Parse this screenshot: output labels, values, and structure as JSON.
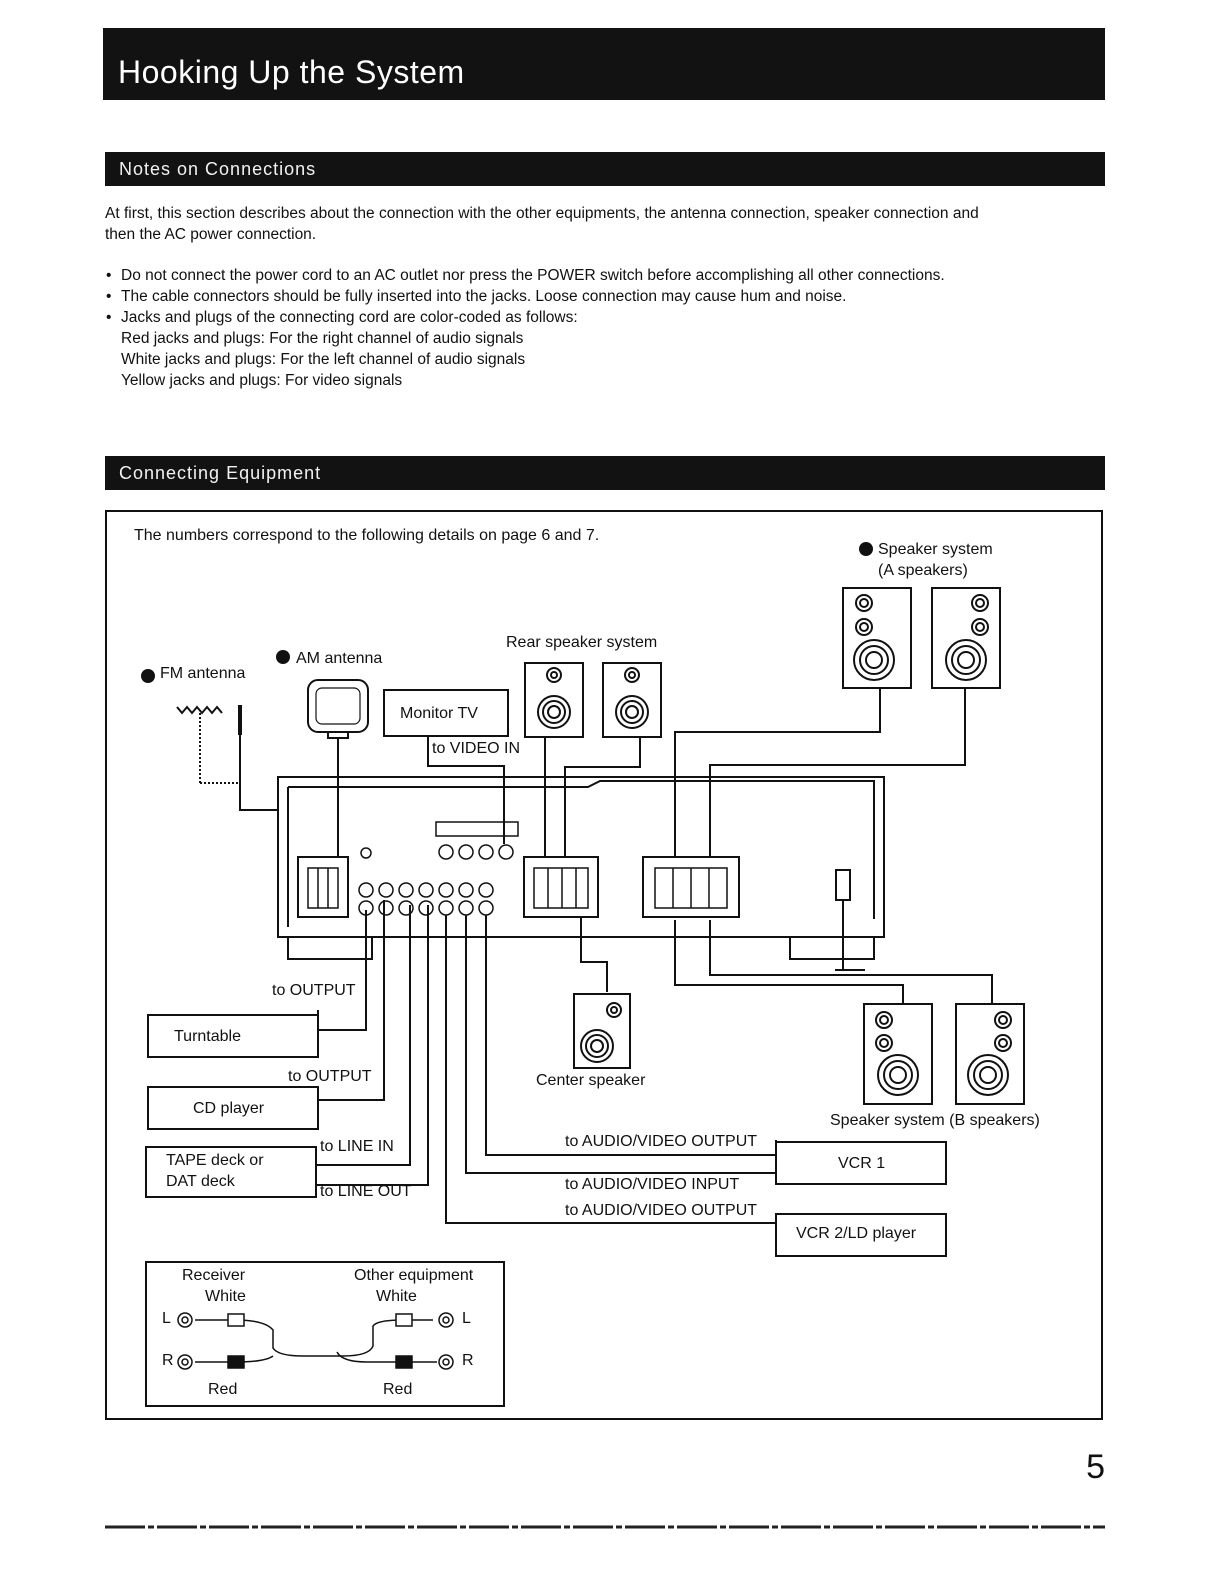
{
  "header": {
    "title": "Hooking Up the System"
  },
  "notes": {
    "heading": "Notes on Connections",
    "intro": "At first, this section describes about the connection with the other equipments, the antenna connection, speaker connection and then the AC power connection.",
    "bullets": [
      "Do not connect the power cord to an AC outlet nor press the POWER switch before accomplishing all other connections.",
      "The cable connectors should be fully inserted into the jacks. Loose connection may cause hum and noise.",
      "Jacks and plugs of the connecting cord are color-coded as follows:"
    ],
    "color_codes": [
      "Red jacks and plugs: For the right channel of audio signals",
      "White jacks and plugs: For the left channel of audio signals",
      "Yellow jacks and plugs: For video signals"
    ]
  },
  "equipment": {
    "heading": "Connecting Equipment",
    "note": "The numbers correspond to the following details on page 6 and 7.",
    "labels": {
      "fm_antenna": "FM antenna",
      "am_antenna": "AM antenna",
      "rear_speaker": "Rear speaker system",
      "speaker_a_line1": "Speaker system",
      "speaker_a_line2": "(A speakers)",
      "monitor_tv": "Monitor TV",
      "to_video_in": "to VIDEO IN",
      "to_output_1": "to OUTPUT",
      "to_output_2": "to OUTPUT",
      "turntable": "Turntable",
      "cd_player": "CD player",
      "tape_line1": "TAPE deck or",
      "tape_line2": "DAT deck",
      "to_line_in": "to LINE IN",
      "to_line_out": "to LINE OUT",
      "center_speaker": "Center speaker",
      "speaker_b": "Speaker system (B speakers)",
      "av_output_1": "to AUDIO/VIDEO OUTPUT",
      "av_input": "to AUDIO/VIDEO INPUT",
      "av_output_2": "to AUDIO/VIDEO OUTPUT",
      "vcr1": "VCR 1",
      "vcr2": "VCR 2/LD player"
    },
    "legend": {
      "receiver": "Receiver",
      "other": "Other equipment",
      "white": "White",
      "red": "Red",
      "l": "L",
      "r": "R"
    }
  },
  "page_number": "5"
}
